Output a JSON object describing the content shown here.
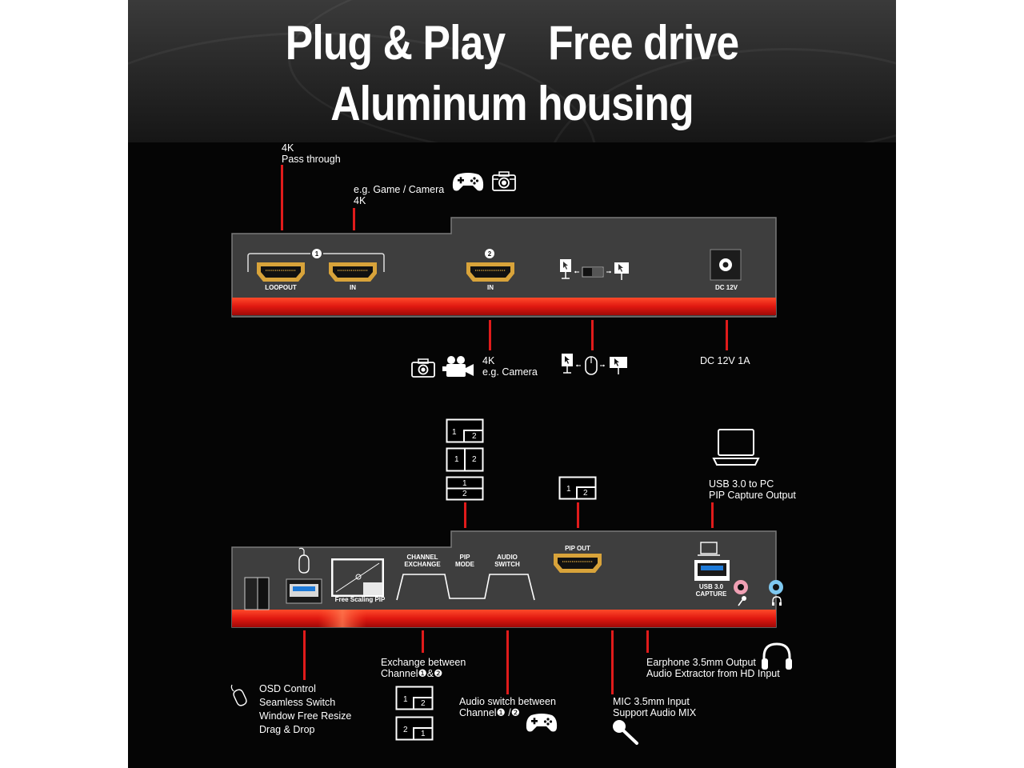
{
  "headline": {
    "line1": "Plug & Play    Free drive",
    "line2": "Aluminum housing"
  },
  "top_device": {
    "callouts": {
      "loopout": [
        "4K",
        "Pass through"
      ],
      "in1": [
        "e.g. Game / Camera",
        "4K"
      ],
      "in2": [
        "4K",
        "e.g. Camera"
      ],
      "dc": "DC 12V  1A"
    },
    "ports": {
      "channel1_num": "1",
      "channel2_num": "2",
      "loopout": "LOOPOUT",
      "in1": "IN",
      "in2": "IN",
      "dc": "DC 12V"
    }
  },
  "bottom_device": {
    "callouts": {
      "usb_pc": [
        "USB 3.0 to PC",
        "PIP Capture Output"
      ],
      "osd": [
        "OSD Control",
        "Seamless Switch",
        "Window Free Resize",
        "Drag & Drop"
      ],
      "exchange": [
        "Exchange between",
        "Channel❶&❷"
      ],
      "audio_switch": [
        "Audio switch between",
        "Channel❶ /❷"
      ],
      "mic": [
        "MIC 3.5mm Input",
        "Support Audio MIX"
      ],
      "earphone": [
        "Earphone 3.5mm Output",
        "Audio Extractor from HD Input"
      ]
    },
    "panel": {
      "free_scaling": "Free Scaling PIP",
      "channel_exchange": [
        "CHANNEL",
        "EXCHANGE"
      ],
      "pip_mode": [
        "PIP",
        "MODE"
      ],
      "audio_switch": [
        "AUDIO",
        "SWITCH"
      ],
      "pip_out": "PIP  OUT",
      "usb_capture": [
        "USB 3.0",
        "CAPTURE"
      ]
    },
    "layout_boxes": {
      "a": [
        "1",
        "2"
      ],
      "b": [
        "1",
        "2"
      ],
      "c": [
        "1",
        "2"
      ],
      "pip_out": [
        "1",
        "2"
      ],
      "exchange1": [
        "1",
        "2"
      ],
      "exchange2": [
        "2",
        "1"
      ]
    }
  },
  "colors": {
    "accent_red": "#e01b1b",
    "background": "#050505",
    "device_body": "#3c3c3c",
    "hdmi_gold": "#d8a33a"
  },
  "icons": [
    "gamepad-icon",
    "camera-icon",
    "camcorder-icon",
    "mouse-icon",
    "laptop-icon",
    "headphones-icon",
    "microphone-icon",
    "monitor-pointer-icon"
  ]
}
